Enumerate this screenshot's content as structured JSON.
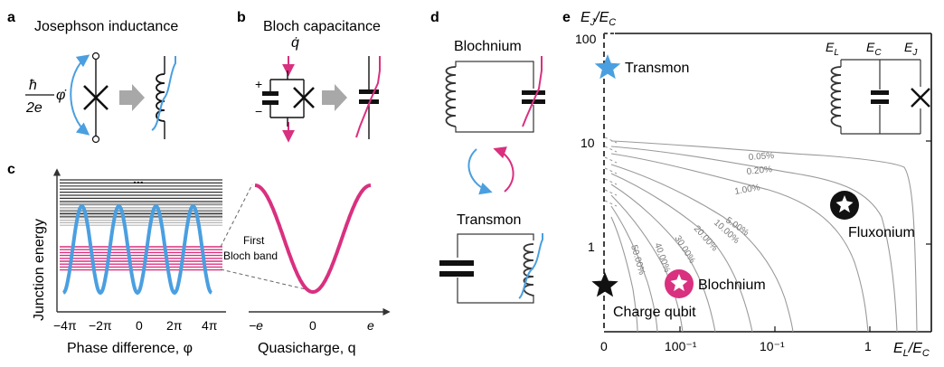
{
  "colors": {
    "blue": "#4a9fe0",
    "magenta": "#d9307f",
    "grey": "#9a9a9a",
    "black": "#111111"
  },
  "panels": {
    "a": {
      "label": "a",
      "title": "Josephson inductance",
      "hbar": "ħ",
      "two_e": "2e",
      "phidot": "φ̇"
    },
    "b": {
      "label": "b",
      "title": "Bloch capacitance",
      "qdot": "q̇",
      "plus": "+",
      "minus": "−"
    },
    "c": {
      "label": "c",
      "ylabel": "Junction energy",
      "xlabel": "Phase difference, φ",
      "xticks": [
        "−4π",
        "−2π",
        "0",
        "2π",
        "4π"
      ],
      "dots": "...",
      "band_label_line1": "First",
      "band_label_line2": "Bloch band",
      "q_xlabel": "Quasicharge, q",
      "q_xticks": [
        "−e",
        "0",
        "e"
      ]
    },
    "d": {
      "label": "d",
      "top": "Blochnium",
      "bottom": "Transmon"
    },
    "e": {
      "label": "e",
      "ylabel": "E_J/E_C",
      "xlabel": "E_L/E_C",
      "yticks": [
        "100",
        "10",
        "1"
      ],
      "xticks": [
        "0",
        "100⁻¹",
        "10⁻¹",
        "1"
      ],
      "legend": [
        "E_L",
        "E_C",
        "E_J"
      ],
      "contours": [
        "0.05%",
        "0.20%",
        "1.00%",
        "5.00%",
        "10.00%",
        "20.00%",
        "30.00%",
        "40.00%",
        "50.00%"
      ],
      "points": [
        {
          "name": "Transmon",
          "color": "#4a9fe0"
        },
        {
          "name": "Fluxonium",
          "color": "#111111"
        },
        {
          "name": "Blochnium",
          "color": "#d9307f"
        },
        {
          "name": "Charge qubit",
          "color": "#111111"
        }
      ]
    }
  }
}
